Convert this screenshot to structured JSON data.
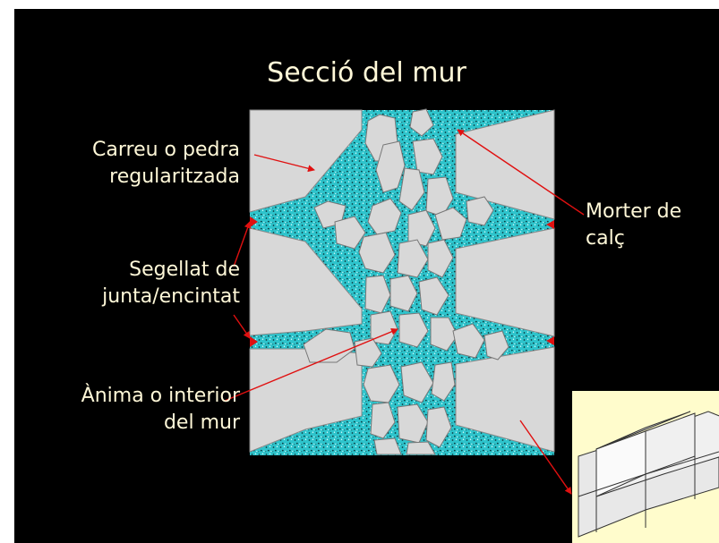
{
  "title": "Secció del mur",
  "labels": {
    "ashlar_line1": "Carreu o pedra",
    "ashlar_line2": "regularitzada",
    "mortar_line1": "Morter de",
    "mortar_line2": "calç",
    "seal_line1": "Segellat de",
    "seal_line2": "junta/encintat",
    "core_line1": "Ànima o interior",
    "core_line2": "del mur"
  },
  "colors": {
    "background": "#000000",
    "text": "#fff8d8",
    "stone": "#d8d8d8",
    "mortar": "#2ec4cc",
    "seal": "#e01010",
    "arrow": "#e01010",
    "inset_background": "#fffccc"
  }
}
